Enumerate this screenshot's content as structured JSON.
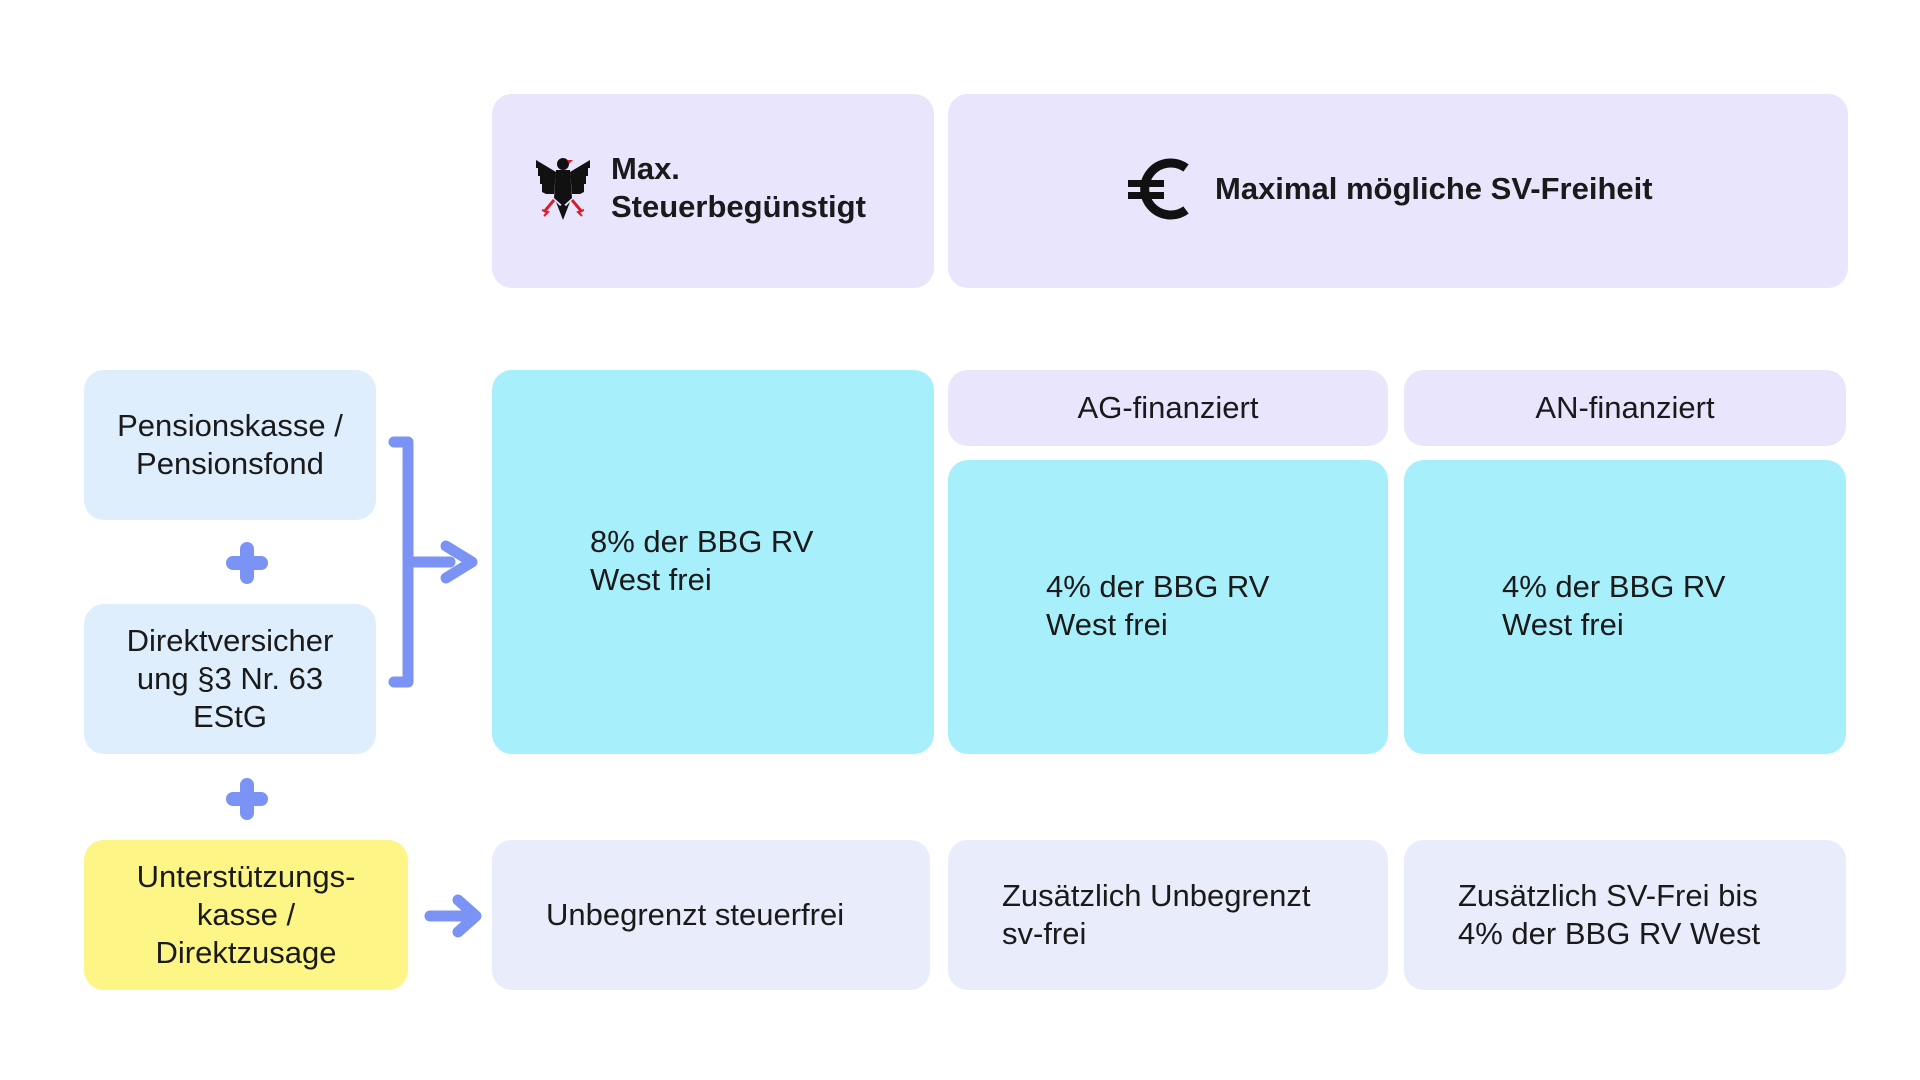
{
  "header": {
    "tax_title": "Max.\nSteuerbegünstigt",
    "sv_title": "Maximal mögliche SV-Freiheit",
    "eagle_icon": "federal-eagle-icon",
    "euro_icon": "euro-icon"
  },
  "left": {
    "pensionskasse": "Pensionskasse /\nPensionsfond",
    "direktversicherung": "Direktversicher\nung §3 Nr. 63\nEStG",
    "unterstuetzungskasse": "Unterstützungs-\nkasse /\nDirektzusage"
  },
  "sub_headers": {
    "ag": "AG-finanziert",
    "an": "AN-finanziert"
  },
  "cells": {
    "max_tax": "8% der BBG RV\nWest frei",
    "ag_value": "4% der BBG RV\nWest frei",
    "an_value": "4% der BBG RV\nWest frei",
    "unlimited_tax": "Unbegrenzt steuerfrei",
    "ag_extra": "Zusätzlich Unbegrenzt\nsv-frei",
    "an_extra": "Zusätzlich SV-Frei bis\n4% der BBG RV West"
  },
  "colors": {
    "lavender": "#e8e5fc",
    "cyan": "#a8effc",
    "light_blue": "#deeefc",
    "pale": "#e8ecfb",
    "yellow": "#fdf586",
    "connector": "#7b93f5"
  }
}
